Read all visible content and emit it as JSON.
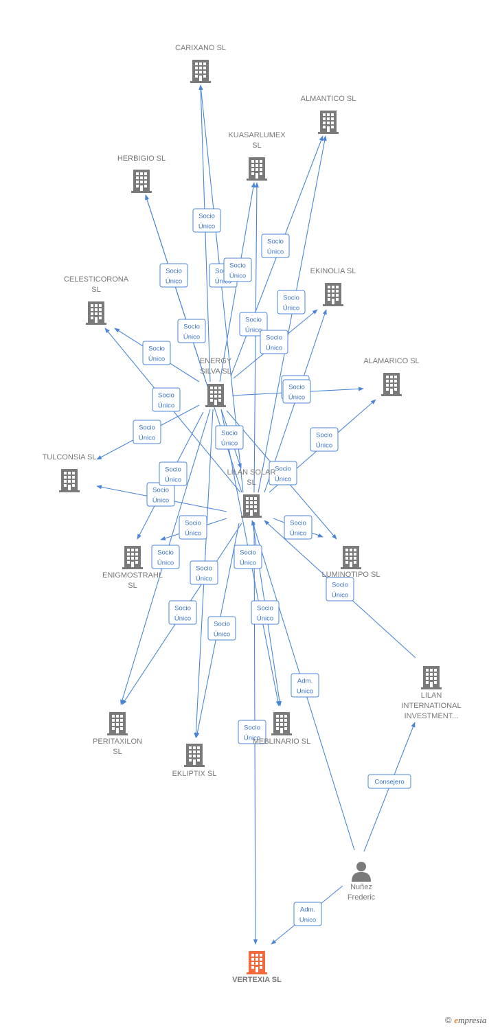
{
  "colors": {
    "node": "#7a7a7a",
    "target": "#f26a3d",
    "edge": "#4a86d8"
  },
  "nodes": [
    {
      "id": "carixano",
      "label": [
        "CARIXANO  SL"
      ],
      "kind": "company"
    },
    {
      "id": "almantico",
      "label": [
        "ALMANTICO  SL"
      ],
      "kind": "company"
    },
    {
      "id": "kuasarlumex",
      "label": [
        "KUASARLUMEX",
        "SL"
      ],
      "kind": "company"
    },
    {
      "id": "herbigio",
      "label": [
        "HERBIGIO  SL"
      ],
      "kind": "company"
    },
    {
      "id": "ekinolia",
      "label": [
        "EKINOLIA  SL"
      ],
      "kind": "company"
    },
    {
      "id": "celesticorona",
      "label": [
        "CELESTICORONA",
        "SL"
      ],
      "kind": "company"
    },
    {
      "id": "energy",
      "label": [
        "ENERGY",
        "SILVA  SL"
      ],
      "kind": "company"
    },
    {
      "id": "alamarico",
      "label": [
        "ALAMARICO  SL"
      ],
      "kind": "company"
    },
    {
      "id": "tulconsia",
      "label": [
        "TULCONSIA  SL"
      ],
      "kind": "company"
    },
    {
      "id": "lilansolar",
      "label": [
        "LILAN SOLAR",
        "SL"
      ],
      "kind": "company"
    },
    {
      "id": "enigmostrahl",
      "label": [
        "ENIGMOSTRAHL",
        "SL"
      ],
      "kind": "company"
    },
    {
      "id": "luminotipo",
      "label": [
        "LUMINOTIPO  SL"
      ],
      "kind": "company"
    },
    {
      "id": "lilanintl",
      "label": [
        "LILAN",
        "INTERNATIONAL",
        "INVESTMENT..."
      ],
      "kind": "company"
    },
    {
      "id": "peritaxilon",
      "label": [
        "PERITAXILON",
        "SL"
      ],
      "kind": "company"
    },
    {
      "id": "meblinario",
      "label": [
        "MEBLINARIO  SL"
      ],
      "kind": "company"
    },
    {
      "id": "ekliptix",
      "label": [
        "EKLIPTIX  SL"
      ],
      "kind": "company"
    },
    {
      "id": "nunez",
      "label": [
        "Nuñez",
        "Frederic"
      ],
      "kind": "person"
    },
    {
      "id": "vertexia",
      "label": [
        "VERTEXIA  SL"
      ],
      "kind": "target"
    }
  ],
  "edge_labels": {
    "socio": [
      "Socio",
      "Único"
    ],
    "adm": [
      "Adm.",
      "Unico"
    ],
    "consejero": [
      "Consejero"
    ]
  },
  "edges": [
    {
      "from": "energy",
      "to": "carixano",
      "label": "socio"
    },
    {
      "from": "lilansolar",
      "to": "carixano",
      "label": "socio"
    },
    {
      "from": "energy",
      "to": "kuasarlumex",
      "label": "socio"
    },
    {
      "from": "lilansolar",
      "to": "kuasarlumex",
      "label": "socio"
    },
    {
      "from": "energy",
      "to": "herbigio",
      "label": "socio"
    },
    {
      "from": "lilansolar",
      "to": "herbigio",
      "label": "socio"
    },
    {
      "from": "energy",
      "to": "almantico",
      "label": "socio"
    },
    {
      "from": "lilansolar",
      "to": "almantico",
      "label": "socio"
    },
    {
      "from": "energy",
      "to": "ekinolia",
      "label": "socio"
    },
    {
      "from": "lilansolar",
      "to": "ekinolia",
      "label": "socio"
    },
    {
      "from": "energy",
      "to": "celesticorona",
      "label": "socio"
    },
    {
      "from": "lilansolar",
      "to": "celesticorona",
      "label": "socio"
    },
    {
      "from": "energy",
      "to": "alamarico",
      "label": "socio"
    },
    {
      "from": "lilansolar",
      "to": "alamarico",
      "label": "socio"
    },
    {
      "from": "energy",
      "to": "tulconsia",
      "label": "socio"
    },
    {
      "from": "lilansolar",
      "to": "tulconsia",
      "label": "socio"
    },
    {
      "from": "energy",
      "to": "enigmostrahl",
      "label": "socio"
    },
    {
      "from": "lilansolar",
      "to": "enigmostrahl",
      "label": "socio"
    },
    {
      "from": "energy",
      "to": "luminotipo",
      "label": "socio"
    },
    {
      "from": "lilansolar",
      "to": "luminotipo",
      "label": "socio"
    },
    {
      "from": "energy",
      "to": "peritaxilon",
      "label": "socio"
    },
    {
      "from": "lilansolar",
      "to": "peritaxilon",
      "label": "socio"
    },
    {
      "from": "energy",
      "to": "ekliptix",
      "label": "socio"
    },
    {
      "from": "lilansolar",
      "to": "ekliptix",
      "label": "socio"
    },
    {
      "from": "energy",
      "to": "meblinario",
      "label": "socio"
    },
    {
      "from": "lilansolar",
      "to": "meblinario",
      "label": "socio"
    },
    {
      "from": "energy",
      "to": "lilansolar",
      "label": "socio"
    },
    {
      "from": "lilanintl",
      "to": "lilansolar",
      "label": "socio"
    },
    {
      "from": "lilansolar",
      "to": "vertexia",
      "label": "socio"
    },
    {
      "from": "nunez",
      "to": "lilansolar",
      "label": "adm"
    },
    {
      "from": "nunez",
      "to": "lilanintl",
      "label": "consejero"
    },
    {
      "from": "nunez",
      "to": "vertexia",
      "label": "adm"
    }
  ],
  "copyright": {
    "symbol": "©",
    "brand_initial": "e",
    "brand_rest": "mpresia"
  }
}
